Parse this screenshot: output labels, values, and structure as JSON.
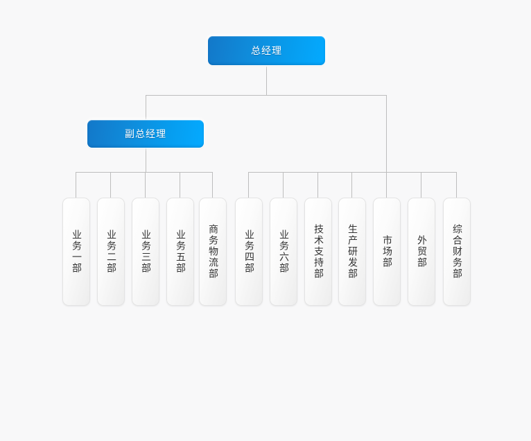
{
  "chart": {
    "type": "org-chart",
    "background_color": "#f8f8f9",
    "line_color": "#bdbdbd",
    "exec_accent_color": "#0a9bef",
    "dept_text_color": "#333333",
    "root": {
      "id": "general-manager",
      "label": "总经理"
    },
    "second_level": {
      "id": "deputy-general-manager",
      "label": "副总经理"
    },
    "deputy_departments": [
      {
        "id": "dept-business-1",
        "label": "业务一部"
      },
      {
        "id": "dept-business-2",
        "label": "业务二部"
      },
      {
        "id": "dept-business-3",
        "label": "业务三部"
      },
      {
        "id": "dept-business-5",
        "label": "业务五部"
      },
      {
        "id": "dept-business-logistics",
        "label": "商务物流部"
      }
    ],
    "direct_departments": [
      {
        "id": "dept-business-4",
        "label": "业务四部"
      },
      {
        "id": "dept-business-6",
        "label": "业务六部"
      },
      {
        "id": "dept-tech-support",
        "label": "技术支持部"
      },
      {
        "id": "dept-production-rd",
        "label": "生产研发部"
      },
      {
        "id": "dept-marketing",
        "label": "市场部"
      },
      {
        "id": "dept-foreign-trade",
        "label": "外贸部"
      },
      {
        "id": "dept-finance",
        "label": "综合财务部"
      }
    ]
  }
}
